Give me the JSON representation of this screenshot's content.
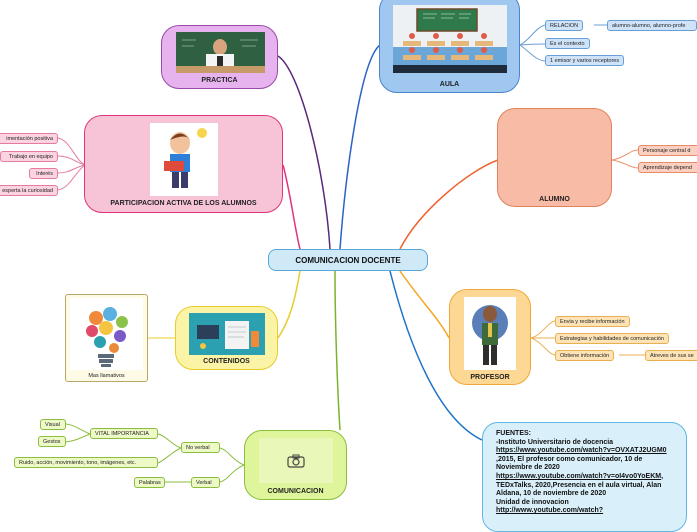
{
  "center": {
    "label": "COMUNICACION DOCENTE"
  },
  "aula": {
    "label": "AULA",
    "image_board_text": "",
    "items": [
      "RELACION",
      "Es el contexto",
      "1 emisor y varios receptores"
    ],
    "sub_item": "alumno-alumno, alumno-profe"
  },
  "practica": {
    "label": "PRACTICA"
  },
  "alumno": {
    "label": "ALUMNO",
    "items": [
      "Personaje central d",
      "Aprendizaje depend"
    ]
  },
  "participacion": {
    "label": "PARTICIPACION ACTIVA DE LOS ALUMNOS",
    "items": [
      "imentación positiva",
      "Trabajo en equipo",
      "Interés",
      "esperta la curiosidad"
    ]
  },
  "profesor": {
    "label": "PROFESOR",
    "items": [
      "Envia y recibe información",
      "Estrategias y habilidades de comunicación",
      "Obtiene información"
    ],
    "sub_item": "Atreves de sus se"
  },
  "contenidos": {
    "label": "CONTENIDOS",
    "side_image_caption": "Mas llamativos"
  },
  "comunicacion": {
    "label": "COMUNICACION",
    "no_verbal": {
      "label": "No verbal",
      "vital": "VITAL IMPORTANCIA",
      "vital_items": [
        "Visual",
        "Gestos"
      ],
      "ruido": "Ruido, acción, movimiento, tono, imágenes, etc."
    },
    "verbal": {
      "label": "Verbal",
      "item": "Palabras"
    }
  },
  "sources": {
    "heading": "FUENTES:",
    "line1": "-Instituto Universitario de docencia",
    "link1": "https://www.youtube.com/watch?v=OVXATJ2UGM0",
    "line2": " ,2015, El profesor como comunicador, 10 de Noviembre de 2020",
    "link2": "https://www.youtube.com/watch?v=oI4vo0YoEKM",
    "line3": ", TEDxTalks, 2020,Presencia en el aula virtual, Alan Aldana, 10 de noviembre de 2020",
    "line4": "Unidad de innovacion",
    "link3": "http://www.youtube.com/watch?"
  },
  "colors": {
    "aula": "#9fc7ef",
    "practica": "#e7b3ef",
    "alumno": "#f8bba6",
    "participacion": "#f7c3d6",
    "profesor": "#fdd895",
    "contenidos": "#fbf3a5",
    "comunicacion": "#dff59b",
    "sources": "#d9f0fb",
    "center": "#cfe9f7"
  }
}
